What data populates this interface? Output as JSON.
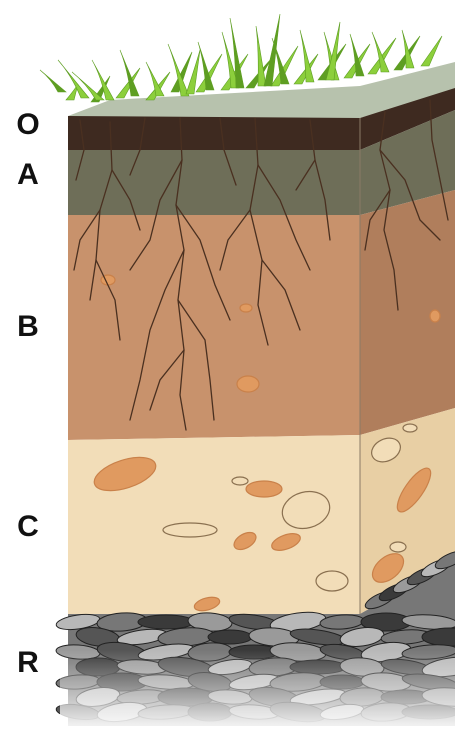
{
  "diagram": {
    "labels": {
      "o": "O",
      "a": "A",
      "b": "B",
      "c": "C",
      "r": "R"
    },
    "colors": {
      "grass": "#8ccf3c",
      "grass_dark": "#5e9e22",
      "top_surface": "#b7c2ad",
      "o_horizon": "#3e2a20",
      "a_horizon": "#6e6e58",
      "b_horizon": "#c8926c",
      "b_side": "#b07e5c",
      "c_horizon": "#f2ddb8",
      "c_side": "#e8cfa4",
      "pebble_fill": "#e09a60",
      "pebble_outline": "#c9814a",
      "roots": "#4a3020",
      "bedrock_light": "#b8b8b8",
      "bedrock_mid": "#777777",
      "bedrock_dark": "#3a3a3a",
      "label_color": "#111111"
    }
  }
}
